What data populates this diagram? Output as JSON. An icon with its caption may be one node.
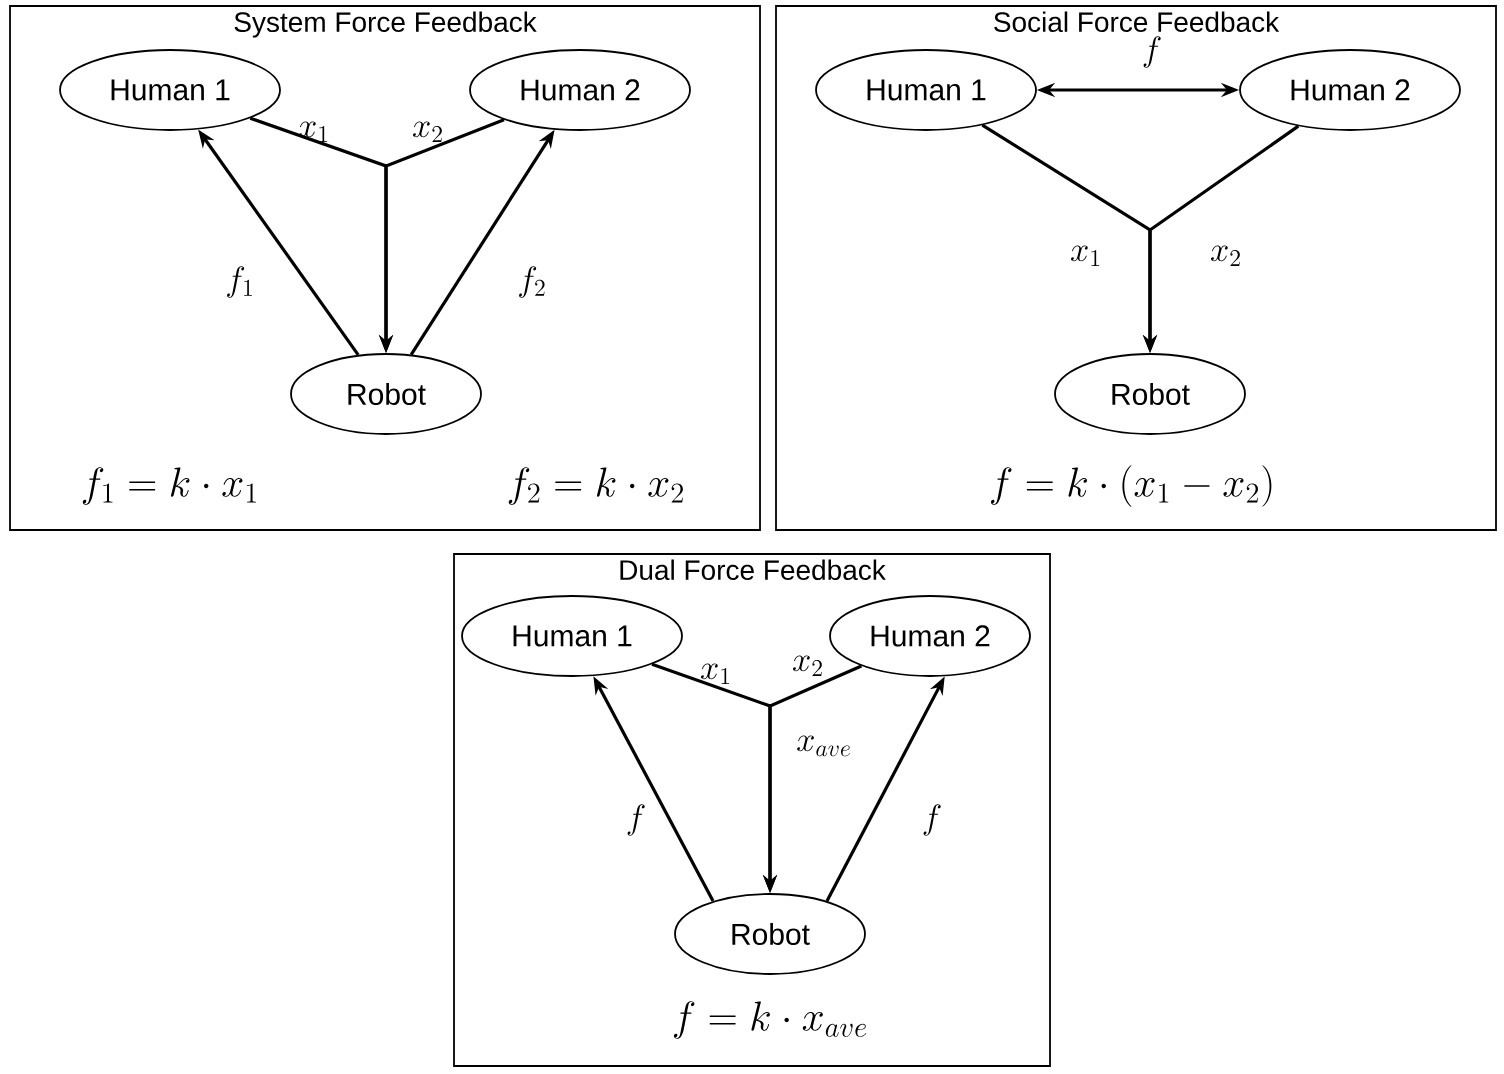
{
  "diagram": {
    "nodes": [
      {
        "text": [
          "System Force Feedback"
        ]
      },
      {
        "text": [
          "Human 1"
        ],
        "in": 0
      },
      {
        "text": [
          "Human 2"
        ],
        "in": 0
      },
      {
        "text": [
          "Robot"
        ],
        "in": 0
      },
      {
        "text": [
          "Social Force Feedback"
        ]
      },
      {
        "text": [
          "Human 1"
        ],
        "in": 4
      },
      {
        "text": [
          "Human 2"
        ],
        "in": 4
      },
      {
        "text": [
          "Robot"
        ],
        "in": 4
      },
      {
        "text": [
          "Dual Force Feedback"
        ]
      },
      {
        "text": [
          "Human 1"
        ],
        "in": 8
      },
      {
        "text": [
          "Human 2"
        ],
        "in": 8
      },
      {
        "text": [
          "Robot"
        ],
        "in": 8
      }
    ],
    "edges": [
      {
        "from": 1,
        "to": 3,
        "arrow": "to",
        "label": "x_1"
      },
      {
        "from": 2,
        "to": 3,
        "arrow": "to",
        "label": "x_2"
      },
      {
        "from": 3,
        "to": 1,
        "arrow": "to",
        "label": "f_1"
      },
      {
        "from": 3,
        "to": 2,
        "arrow": "to",
        "label": "f_2"
      },
      {
        "from": 5,
        "to": 6,
        "arrow": "both",
        "label": "f"
      },
      {
        "from": 5,
        "to": 7,
        "arrow": "to",
        "label": "x_1"
      },
      {
        "from": 6,
        "to": 7,
        "arrow": "to",
        "label": "x_2"
      },
      {
        "from": 9,
        "to": 11,
        "arrow": "to",
        "label": "x_1"
      },
      {
        "from": 10,
        "to": 11,
        "arrow": "to",
        "label": "x_2"
      },
      {
        "from": 11,
        "to": 9,
        "arrow": "to",
        "label": "f"
      },
      {
        "from": 11,
        "to": 10,
        "arrow": "to",
        "label": "f"
      }
    ],
    "labels": [
      "f_1 = k \\cdot x_1",
      "f_2 = k \\cdot x_2",
      "f = k \\cdot (x_1 - x_2)",
      "x_{ave}",
      "f = k \\cdot x_{ave}"
    ]
  }
}
